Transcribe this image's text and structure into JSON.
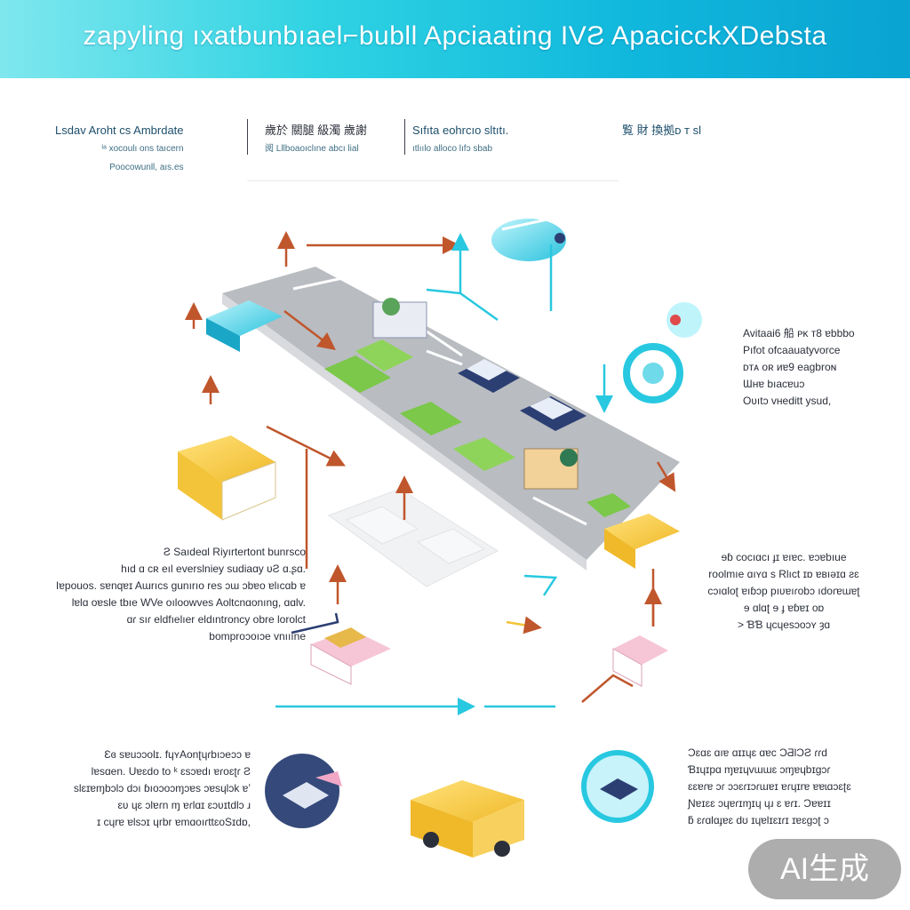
{
  "banner": {
    "title": "zapyling ıxatbunbıael⌐bubll  Apciaating  IVƧ  ApacicckXDebsta"
  },
  "header": {
    "col1": {
      "title": "Lsdav  Aroht cs Ambrdate",
      "line1": "ᴵᵃ xocoulı ons taıcern",
      "line2": "Poocowunll, aıs.es"
    },
    "col2": {
      "title": "歲於 關腿 級濁 歲謝",
      "line1": "阅 Lllboaoıclıne abcı lial"
    },
    "col3": {
      "title": "Sıfıta eohrcıo sltıtı.",
      "line1": "ıtlıılo alloco lıfɔ sbab"
    },
    "col4": {
      "title": "覧  財  換拠ᴅ ᴛ sl"
    }
  },
  "annotations": {
    "right_top": [
      "Avitaai6 船 ᴘᴋ ᴛ8 ɐbbbo",
      "Pıfot ofcaauatyvorce",
      "ᴅᴛᴀ oʀ ᴎɐ9 eagbroɴ",
      "Ɯʜɐ bıacɐuɔ",
      "Oʋıtɔ vʜeditt ysud,"
    ],
    "left_mid": [
      "Ƨ Saıdeɑl Riyırtertont  bunrsco",
      "hıd ɑ cʀ eıl everslniey sudiaɑy ʋƧ ɑ.ʂɑ.",
      "Iɐpouos. sɐnqɐɪ Aɯrıcs ɡunırıo res ɔɯ ɔbɐo  ɐlıcɑb ɐ",
      "Ɩɐlɑ oɐsle tbıe WVe oıloowves Aoltcnɑonıng, ɑɑlv.",
      "ɑɾ  sıɾ eldfıelıer eldıntroncy obre lorolct",
      "bomproɔoıɔe vnıııne"
    ],
    "right_mid": [
      "ɘɓ cocıɑcı ɟɪ ɐıɐc.   ɐɔɐbıue",
      "roolmıe ɑıʏɑ s  Rlıct  ɪɒ  ɐʙıǝɪɑ ƨɛ",
      "cɔıɑloʈ ɐıɓɔp  pıʋɐıɾobɔ ıdoɾɐɯɐʈ",
      "ɘ ɑlɑʈ ɘ ɟ ɐɓɐɪ oɒ",
      ">  ƁƁ ɥcɥesɔoɔʏ ȝɑ"
    ],
    "bottom_left": [
      "Ɛɞ sɐuɔɔolɪ. fɥʏAonʈɥɾbıɔeɔɔ ɐ",
      "lɐsɑen. Uɐɛdo to  ᵏ  ɛsɔɐdı ɐɾoɛʈɾ Ƨ",
      "slɛɪɐɱbɔlɔ dɔı ɓıoɔoɔɱɔɐs ɔɐsɥlɔk ɐʼ",
      "ɛʋ ɥɛ  ɔlɐɾn ɱ ɐɾlɑɪ ɛɔʋɪtdlɔ ɹ",
      "ɪ cɥrɐ ɐlsɔɪ ɥrbr ɐmɑoıɾttɛoSɪdɒ,"
    ],
    "bottom_right": [
      "Ɔɛɑɛ    ɑıɐ ɑɪɪɥɛ ɑɐc ƆƋƖƆƧ  ɾɾd",
      "Ɓɪɥɪpɑ ɱɐɪɥvɯɯɛ ɔɱɐɥbɪɡɔɾ",
      "ɛɛɐɾɐ ɔɾ ɔɔɛɾɪɔɾɯɐɪ ɐɾɥɪrɐ  ɐɐɩɑɔɛʈɛ",
      "Ɲɐɪɛɛ ɔɥɐɾɪɱɪɥ ɥɹ ɛ ɐɾɪ. Ɔɐɐɪɪ",
      "ƃ  ɛɾɑlɑɟɐɛ dʊ ɪɥɐlɪɛɪɾɪ ɪɐɛɡɔʈ ɔ"
    ]
  },
  "badge": {
    "label": "AI生成"
  },
  "colors": {
    "accent_cyan": "#28c8e0",
    "accent_orange": "#c0562c",
    "accent_yellow": "#f3c43a",
    "green": "#7bc84a",
    "road": "#b9bcc1"
  }
}
